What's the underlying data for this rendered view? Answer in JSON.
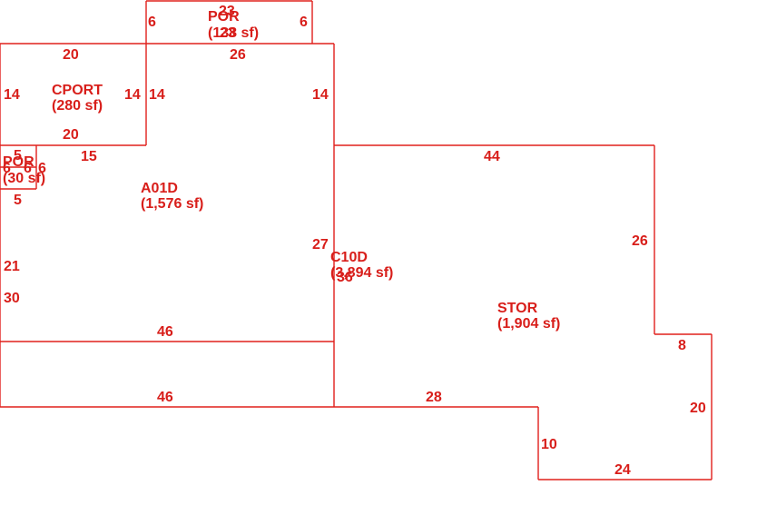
{
  "colors": {
    "line": "#e0201c",
    "text": "#d81e1a",
    "background": "#ffffff"
  },
  "areas": {
    "por_top": {
      "name": "POR",
      "size": "(138 sf)"
    },
    "cport": {
      "name": "CPORT",
      "size": "(280 sf)"
    },
    "por_left": {
      "name": "POR",
      "size": "(30 sf)"
    },
    "a01d": {
      "name": "A01D",
      "size": "(1,576 sf)"
    },
    "c10d": {
      "name": "C10D",
      "size": "(3,894 sf)"
    },
    "stor": {
      "name": "STOR",
      "size": "(1,904 sf)"
    }
  },
  "dimensions": {
    "por_top_top": "23",
    "por_top_bottom": "23",
    "por_top_left": "6",
    "por_top_right": "6",
    "cport_top": "20",
    "cport_left": "14",
    "cport_right": "14",
    "cport_bottom": "20",
    "a01d_top": "26",
    "a01d_left_upper": "14",
    "a01d_right_upper": "14",
    "a01d_step": "15",
    "por_left_top": "5",
    "por_left_left": "6",
    "por_left_right": "6",
    "por_left_bottom": "5",
    "por_left_inner": "6",
    "a01d_left_21": "21",
    "a01d_left_30": "30",
    "a01d_right_27": "27",
    "a01d_bottom": "46",
    "c10d_inner": "36",
    "c10d_bottom": "46",
    "stor_top": "44",
    "stor_right_upper": "26",
    "stor_step": "8",
    "stor_right_lower": "20",
    "stor_bottom": "24",
    "stor_notch_left": "10",
    "stor_notch_top": "28"
  }
}
